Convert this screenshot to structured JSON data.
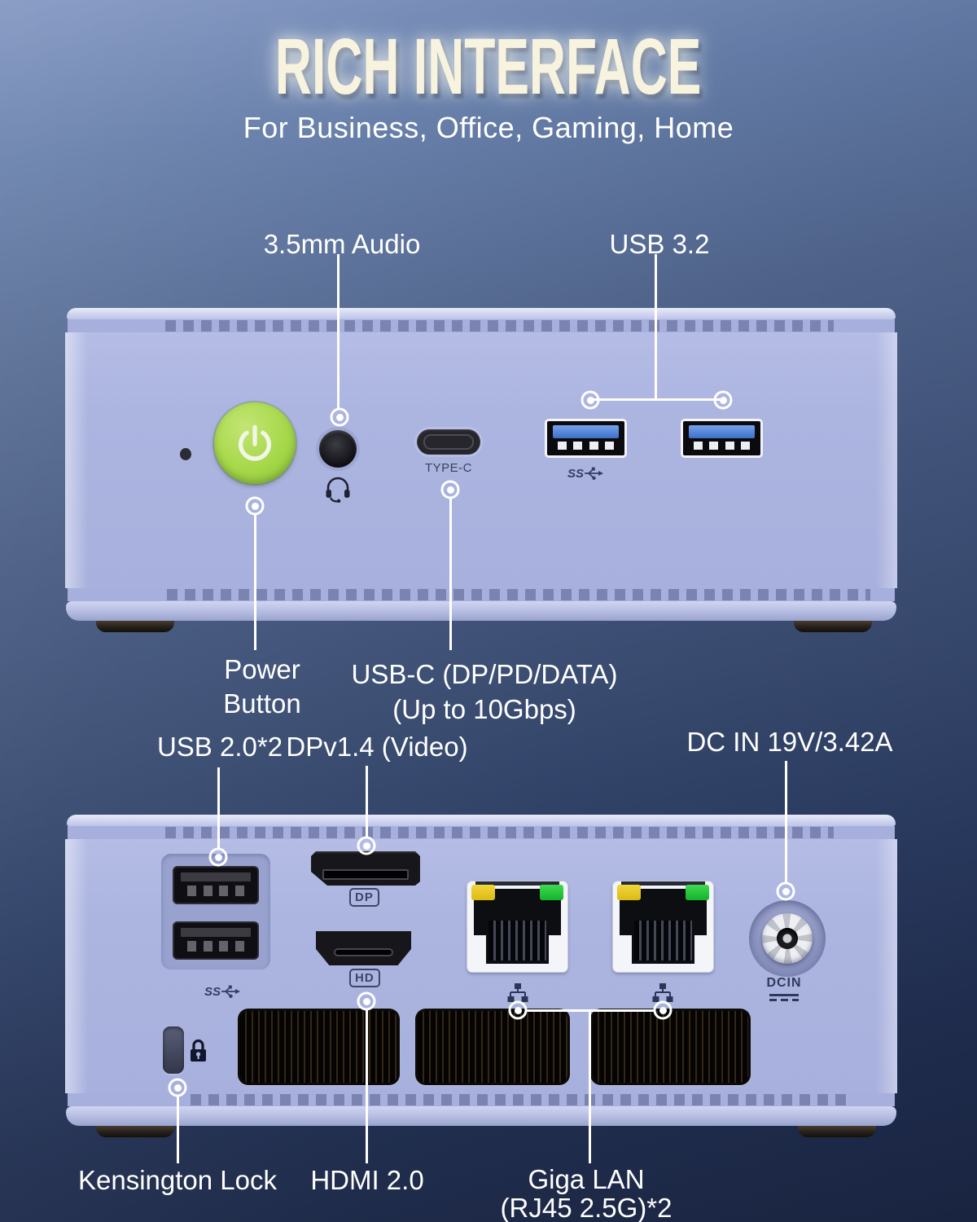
{
  "header": {
    "title": "RICH INTERFACE",
    "subtitle": "For Business, Office, Gaming, Home"
  },
  "front_panel": {
    "callout_audio": "3.5mm Audio",
    "callout_usb32": "USB 3.2",
    "callout_power_line1": "Power",
    "callout_power_line2": "Button",
    "callout_usbc_line1": "USB-C (DP/PD/DATA)",
    "callout_usbc_line2": "(Up to 10Gbps)",
    "typec_port_label": "TYPE-C"
  },
  "rear_panel": {
    "callout_usb20": "USB 2.0*2",
    "callout_dp": "DPv1.4 (Video)",
    "callout_dcin": "DC IN 19V/3.42A",
    "callout_kensington": "Kensington Lock",
    "callout_hdmi": "HDMI 2.0",
    "callout_lan_line1": "Giga LAN",
    "callout_lan_line2": "(RJ45 2.5G)*2",
    "dp_badge": "DP",
    "hdmi_badge": "HD",
    "dcin_port_label": "DCIN"
  },
  "icons": {
    "ss_usb": "SS"
  },
  "colors": {
    "power_button_green": "#a6d84a",
    "usb3_tab_blue": "#4a77d2",
    "lan_led_yellow": "#e6c81f",
    "lan_led_green": "#23c23a",
    "device_body": "#aab3de",
    "background_top": "#7e93c0",
    "background_bottom": "#1d2946",
    "callout_white": "#ffffff",
    "title_cream": "#f7f3de"
  }
}
